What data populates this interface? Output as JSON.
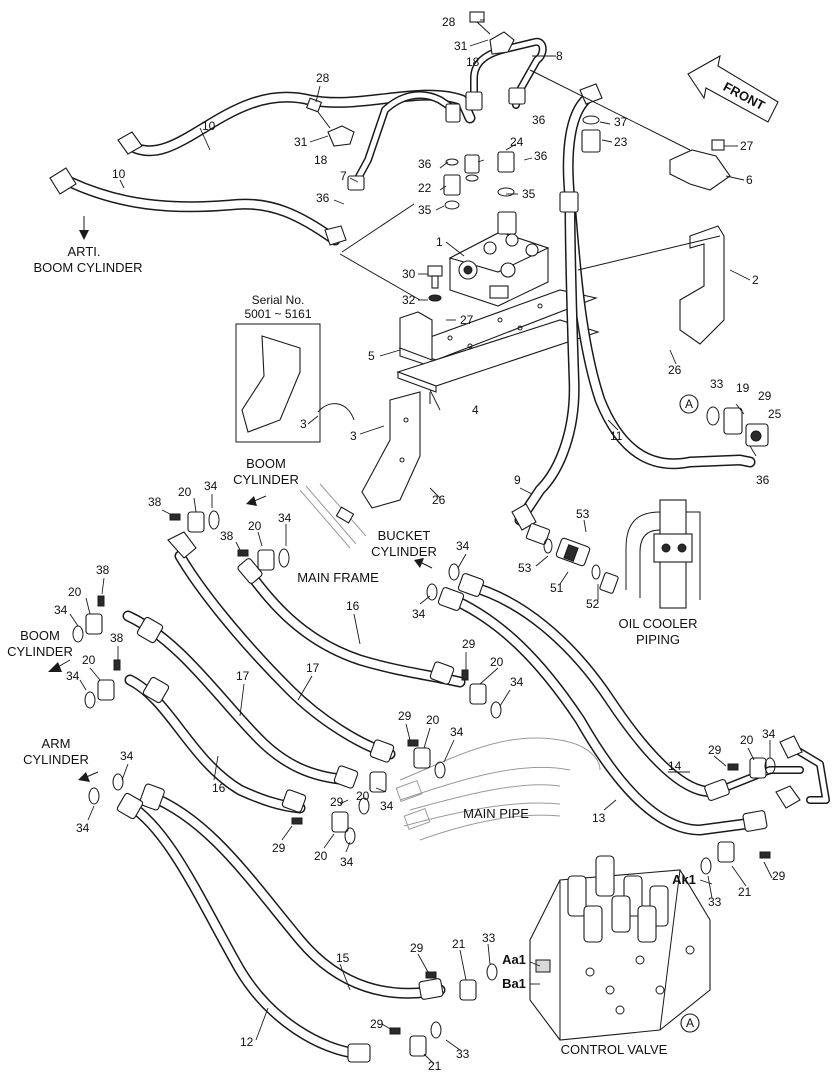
{
  "labels": {
    "arti_boom_cylinder_1": "ARTI.",
    "arti_boom_cylinder_2": "BOOM CYLINDER",
    "front": "FRONT",
    "serial_title": "Serial No.",
    "serial_range": "5001 ~ 5161",
    "boom_cylinder_top_1": "BOOM",
    "boom_cylinder_top_2": "CYLINDER",
    "bucket_cylinder_1": "BUCKET",
    "bucket_cylinder_2": "CYLINDER",
    "main_frame": "MAIN FRAME",
    "oil_cooler_1": "OIL COOLER",
    "oil_cooler_2": "PIPING",
    "boom_cylinder_left_1": "BOOM",
    "boom_cylinder_left_2": "CYLINDER",
    "arm_cylinder_1": "ARM",
    "arm_cylinder_2": "CYLINDER",
    "main_pipe": "MAIN PIPE",
    "control_valve": "CONTROL VALVE",
    "port_ak1": "Ak1",
    "port_aa1": "Aa1",
    "port_ba1": "Ba1",
    "ref_a": "A"
  },
  "callouts": {
    "c28a": "28",
    "c31a": "31",
    "c18a": "18",
    "c8": "8",
    "c28b": "28",
    "c10a": "10",
    "c31b": "31",
    "c18b": "18",
    "c10b": "10",
    "c7": "7",
    "c36a": "36",
    "c36b": "36",
    "c22": "22",
    "c35a": "35",
    "c36c": "36",
    "c35b": "35",
    "c24": "24",
    "c36d": "36",
    "c37": "37",
    "c23": "23",
    "c27a": "27",
    "c6": "6",
    "c1": "1",
    "c30": "30",
    "c32": "32",
    "c27b": "27",
    "c2": "2",
    "c5": "5",
    "c3a": "3",
    "c3b": "3",
    "c4": "4",
    "c26a": "26",
    "c26b": "26",
    "c33a": "33",
    "c19": "19",
    "c29a": "29",
    "c25": "25",
    "c36e": "36",
    "c11": "11",
    "c9": "9",
    "c53a": "53",
    "c53b": "53",
    "c51": "51",
    "c52": "52",
    "c38a": "38",
    "c20a": "20",
    "c34a": "34",
    "c38b": "38",
    "c20b": "20",
    "c34b": "34",
    "c34c": "34",
    "c34d": "34",
    "c38c": "38",
    "c20c": "20",
    "c34e": "34",
    "c16a": "16",
    "c38d": "38",
    "c20d": "20",
    "c34f": "34",
    "c17a": "17",
    "c17b": "17",
    "c29b": "29",
    "c20e": "20",
    "c34g": "34",
    "c29c": "29",
    "c20f": "20",
    "c34h": "34",
    "c20g": "20",
    "c34i": "34",
    "c29d": "29",
    "c16b": "16",
    "c34j": "34",
    "c34k": "34",
    "c29e": "29",
    "c20h": "20",
    "c34l": "34",
    "c14": "14",
    "c13": "13",
    "c29f": "29",
    "c20i": "20",
    "c34m": "34",
    "c21a": "21",
    "c33b": "33",
    "c29g": "29",
    "c15": "15",
    "c29h": "29",
    "c21b": "21",
    "c33c": "33",
    "c12": "12",
    "c29i": "29",
    "c21c": "21",
    "c33d": "33"
  },
  "colors": {
    "ink": "#1a1a1a",
    "ghost": "#9a9a9a",
    "paper": "#ffffff"
  }
}
